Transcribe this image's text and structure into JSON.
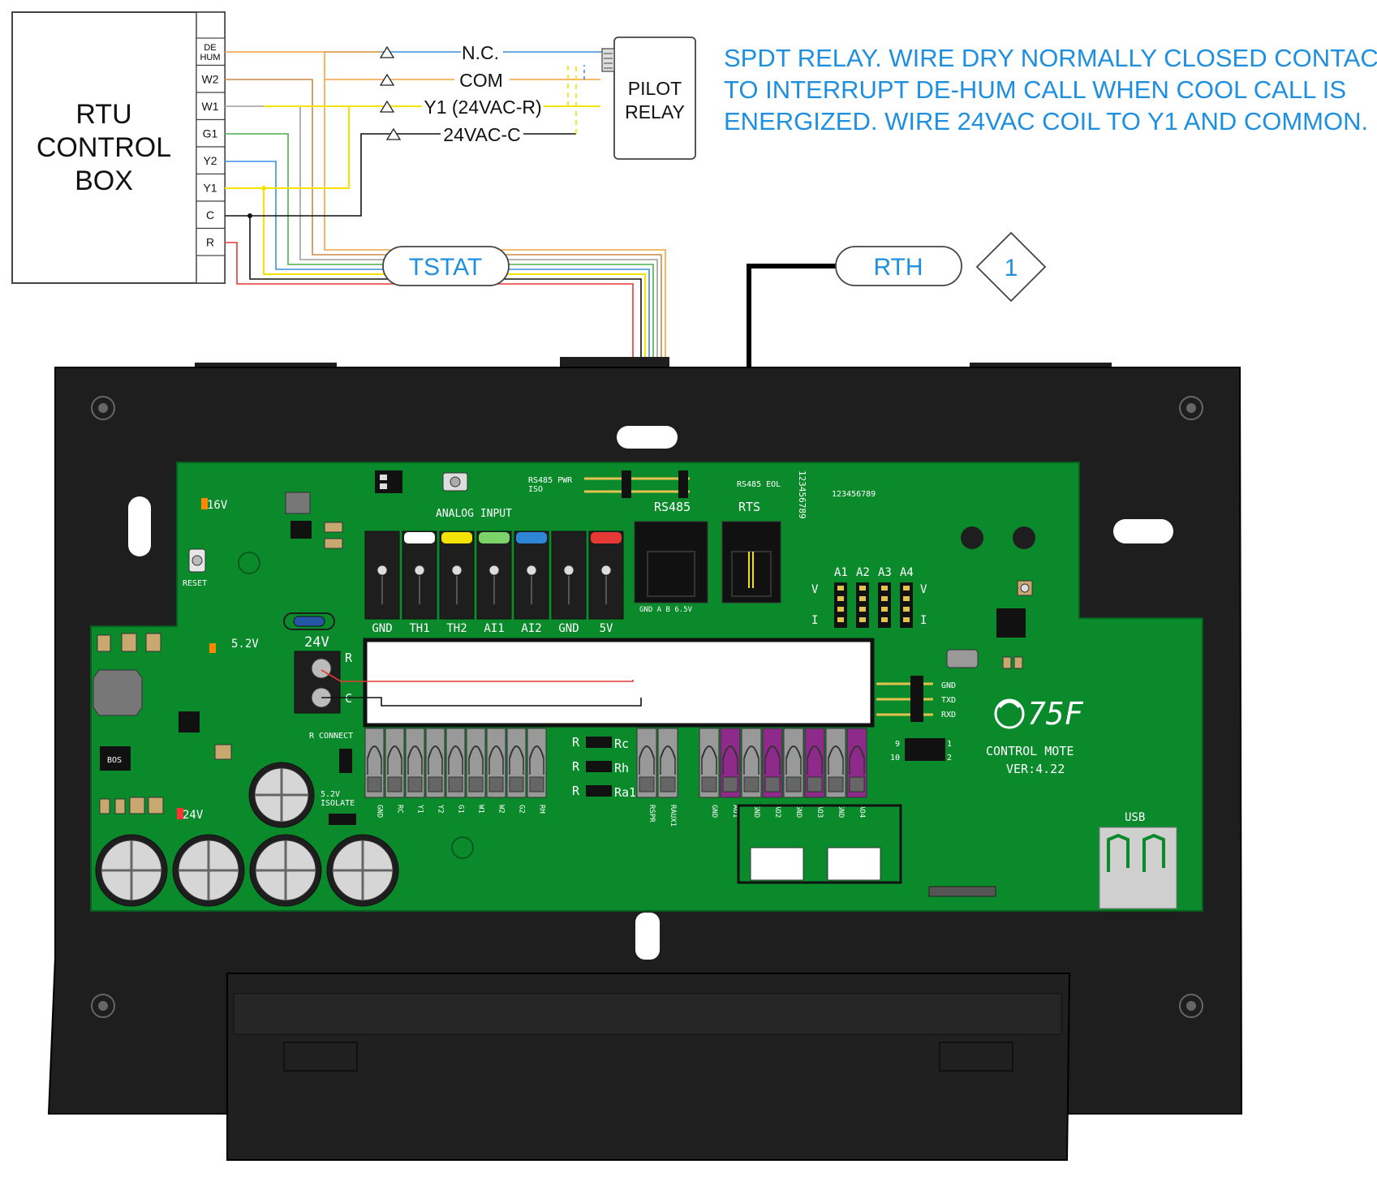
{
  "rtu": {
    "title_lines": [
      "RTU",
      "CONTROL",
      "BOX"
    ],
    "terminals": [
      "DE\nHUM",
      "W2",
      "W1",
      "G1",
      "Y2",
      "Y1",
      "C",
      "R"
    ]
  },
  "pilot_relay": {
    "label_lines": [
      "PILOT",
      "RELAY"
    ],
    "wires": [
      "N.C.",
      "COM",
      "Y1 (24VAC-R)",
      "24VAC-C"
    ]
  },
  "note_lines": [
    "SPDT RELAY. WIRE DRY NORMALLY CLOSED CONTACT",
    "TO INTERRUPT DE-HUM CALL WHEN COOL CALL IS",
    "ENERGIZED. WIRE 24VAC COIL TO Y1 AND COMMON."
  ],
  "tstat_label": "TSTAT",
  "rth_label": "RTH",
  "callout_number": "1",
  "colors": {
    "note_blue": "#1f8fe0",
    "pcb_green": "#0b8a2c",
    "enclosure": "#1e1e1e",
    "wire_dehum": "#f2a341",
    "wire_w2": "#c98a4b",
    "wire_w1": "#9e9e9e",
    "wire_g1": "#4caf50",
    "wire_y2": "#3d8fe0",
    "wire_y1": "#f4e200",
    "wire_c": "#111111",
    "wire_r": "#e53935"
  },
  "board": {
    "analog_input_title": "ANALOG INPUT",
    "analog_inputs": [
      "GND",
      "TH1",
      "TH2",
      "AI1",
      "AI2",
      "GND",
      "5V"
    ],
    "rs485_title": "RS485",
    "rs485_pins": "GND A B 6.5V",
    "rs485_pwr_iso": "RS485 PWR\nISO",
    "rs485_eol": "RS485 EOL",
    "rth_jack": "RTS",
    "serial_vertical": "123456789",
    "serial": "123456789",
    "power_24v": "24V",
    "power_r": "R",
    "power_c": "C",
    "led_16v": "16V",
    "led_5v2": "5.2V",
    "led_24v": "24V",
    "reset": "RESET",
    "r_connect": "R CONNECT",
    "isolate": "5.2V\nISOLATE",
    "relay_terms": [
      "GND",
      "RC",
      "Y1",
      "Y2",
      "G1",
      "W1",
      "W2",
      "G2",
      "RH"
    ],
    "r_jumpers": [
      "Rc",
      "Rh",
      "Ra1"
    ],
    "aux_terms": [
      "RSPR",
      "RAUX1"
    ],
    "ao_terms": [
      "GND",
      "AO1",
      "GND",
      "AO2",
      "GND",
      "AO3",
      "GND",
      "AO4"
    ],
    "analog_out_jumpers": [
      "A1",
      "A2",
      "A3",
      "A4"
    ],
    "v_label": "V",
    "i_label": "I",
    "uart": [
      "GND",
      "TXD",
      "RXD"
    ],
    "header_pins": [
      "9",
      "10",
      "1",
      "2"
    ],
    "brand": "75F",
    "product": "CONTROL MOTE",
    "version": "VER:4.22",
    "usb": "USB",
    "chip": "BOS"
  }
}
